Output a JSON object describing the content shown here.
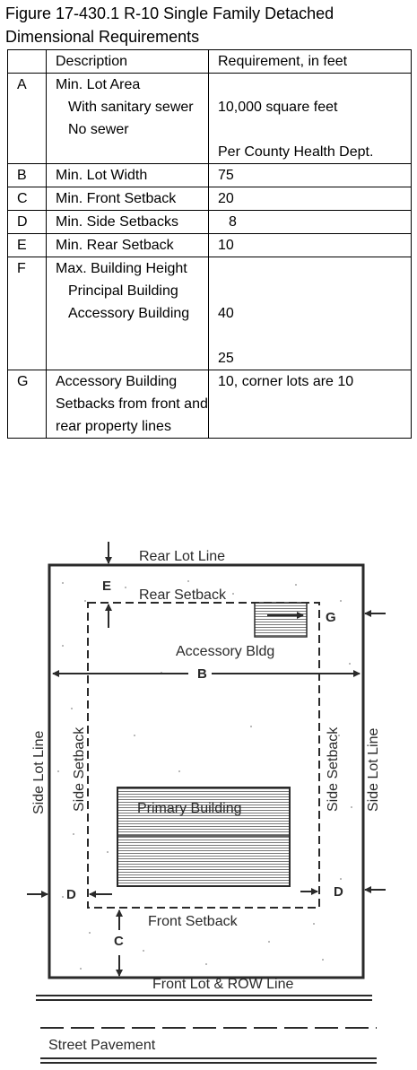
{
  "title": "Figure 17-430.1  R-10 Single Family Detached Dimensional Requirements",
  "table": {
    "headers": {
      "code": "",
      "description": "Description",
      "requirement": "Requirement, in feet"
    },
    "rows": [
      {
        "code": "A",
        "desc": [
          "Min. Lot Area",
          "With sanitary sewer",
          "No sewer"
        ],
        "req": [
          "",
          "10,000 square feet",
          "Per County Health Dept."
        ]
      },
      {
        "code": "B",
        "desc": [
          "Min. Lot Width"
        ],
        "req": [
          "75"
        ]
      },
      {
        "code": "C",
        "desc": [
          "Min. Front Setback"
        ],
        "req": [
          "20"
        ]
      },
      {
        "code": "D",
        "desc": [
          "Min. Side Setbacks"
        ],
        "req": [
          "8"
        ]
      },
      {
        "code": "E",
        "desc": [
          "Min. Rear Setback"
        ],
        "req": [
          "10"
        ]
      },
      {
        "code": "F",
        "desc": [
          "Max. Building Height",
          "Principal Building",
          "Accessory Building"
        ],
        "req": [
          "",
          "40",
          "25"
        ]
      },
      {
        "code": "G",
        "desc": [
          "Accessory Building Setbacks from front and rear property lines"
        ],
        "req": [
          "10, corner lots are 10"
        ]
      }
    ]
  },
  "diagram": {
    "rear_lot_line": "Rear Lot Line",
    "rear_setback": "Rear Setback",
    "accessory_bldg": "Accessory Bldg",
    "primary_building": "Primary Building",
    "front_setback": "Front Setback",
    "front_lot_line": "Front Lot & ROW Line",
    "street_pavement": "Street Pavement",
    "side_lot_line_left": "Side Lot Line",
    "side_lot_line_right": "Side Lot Line",
    "side_setback_left": "Side Setback",
    "side_setback_right": "Side Setback",
    "label_b": "B",
    "label_c": "C",
    "label_d_left": "D",
    "label_d_right": "D",
    "label_e": "E",
    "label_g": "G"
  }
}
